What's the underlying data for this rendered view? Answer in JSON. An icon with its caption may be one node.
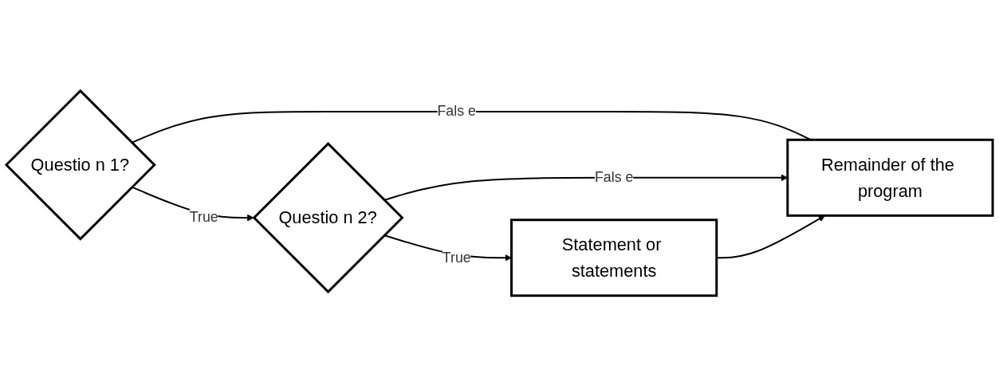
{
  "diagram": {
    "nodes": [
      {
        "text": [
          "Questio n 1?"
        ]
      },
      {
        "text": [
          "Questio n 2?"
        ]
      },
      {
        "text": [
          "Statement or statements"
        ]
      },
      {
        "text": [
          "Remainder of the program"
        ]
      }
    ],
    "edges": [
      {
        "from": 0,
        "to": 1,
        "arrow": "to",
        "label": "True"
      },
      {
        "from": 1,
        "to": 2,
        "arrow": "to",
        "label": "True"
      },
      {
        "from": 0,
        "to": 3,
        "arrow": "none",
        "label": "Fals e"
      },
      {
        "from": 1,
        "to": 3,
        "arrow": "to",
        "label": "Fals e"
      },
      {
        "from": 2,
        "to": 3,
        "arrow": "to"
      }
    ]
  }
}
